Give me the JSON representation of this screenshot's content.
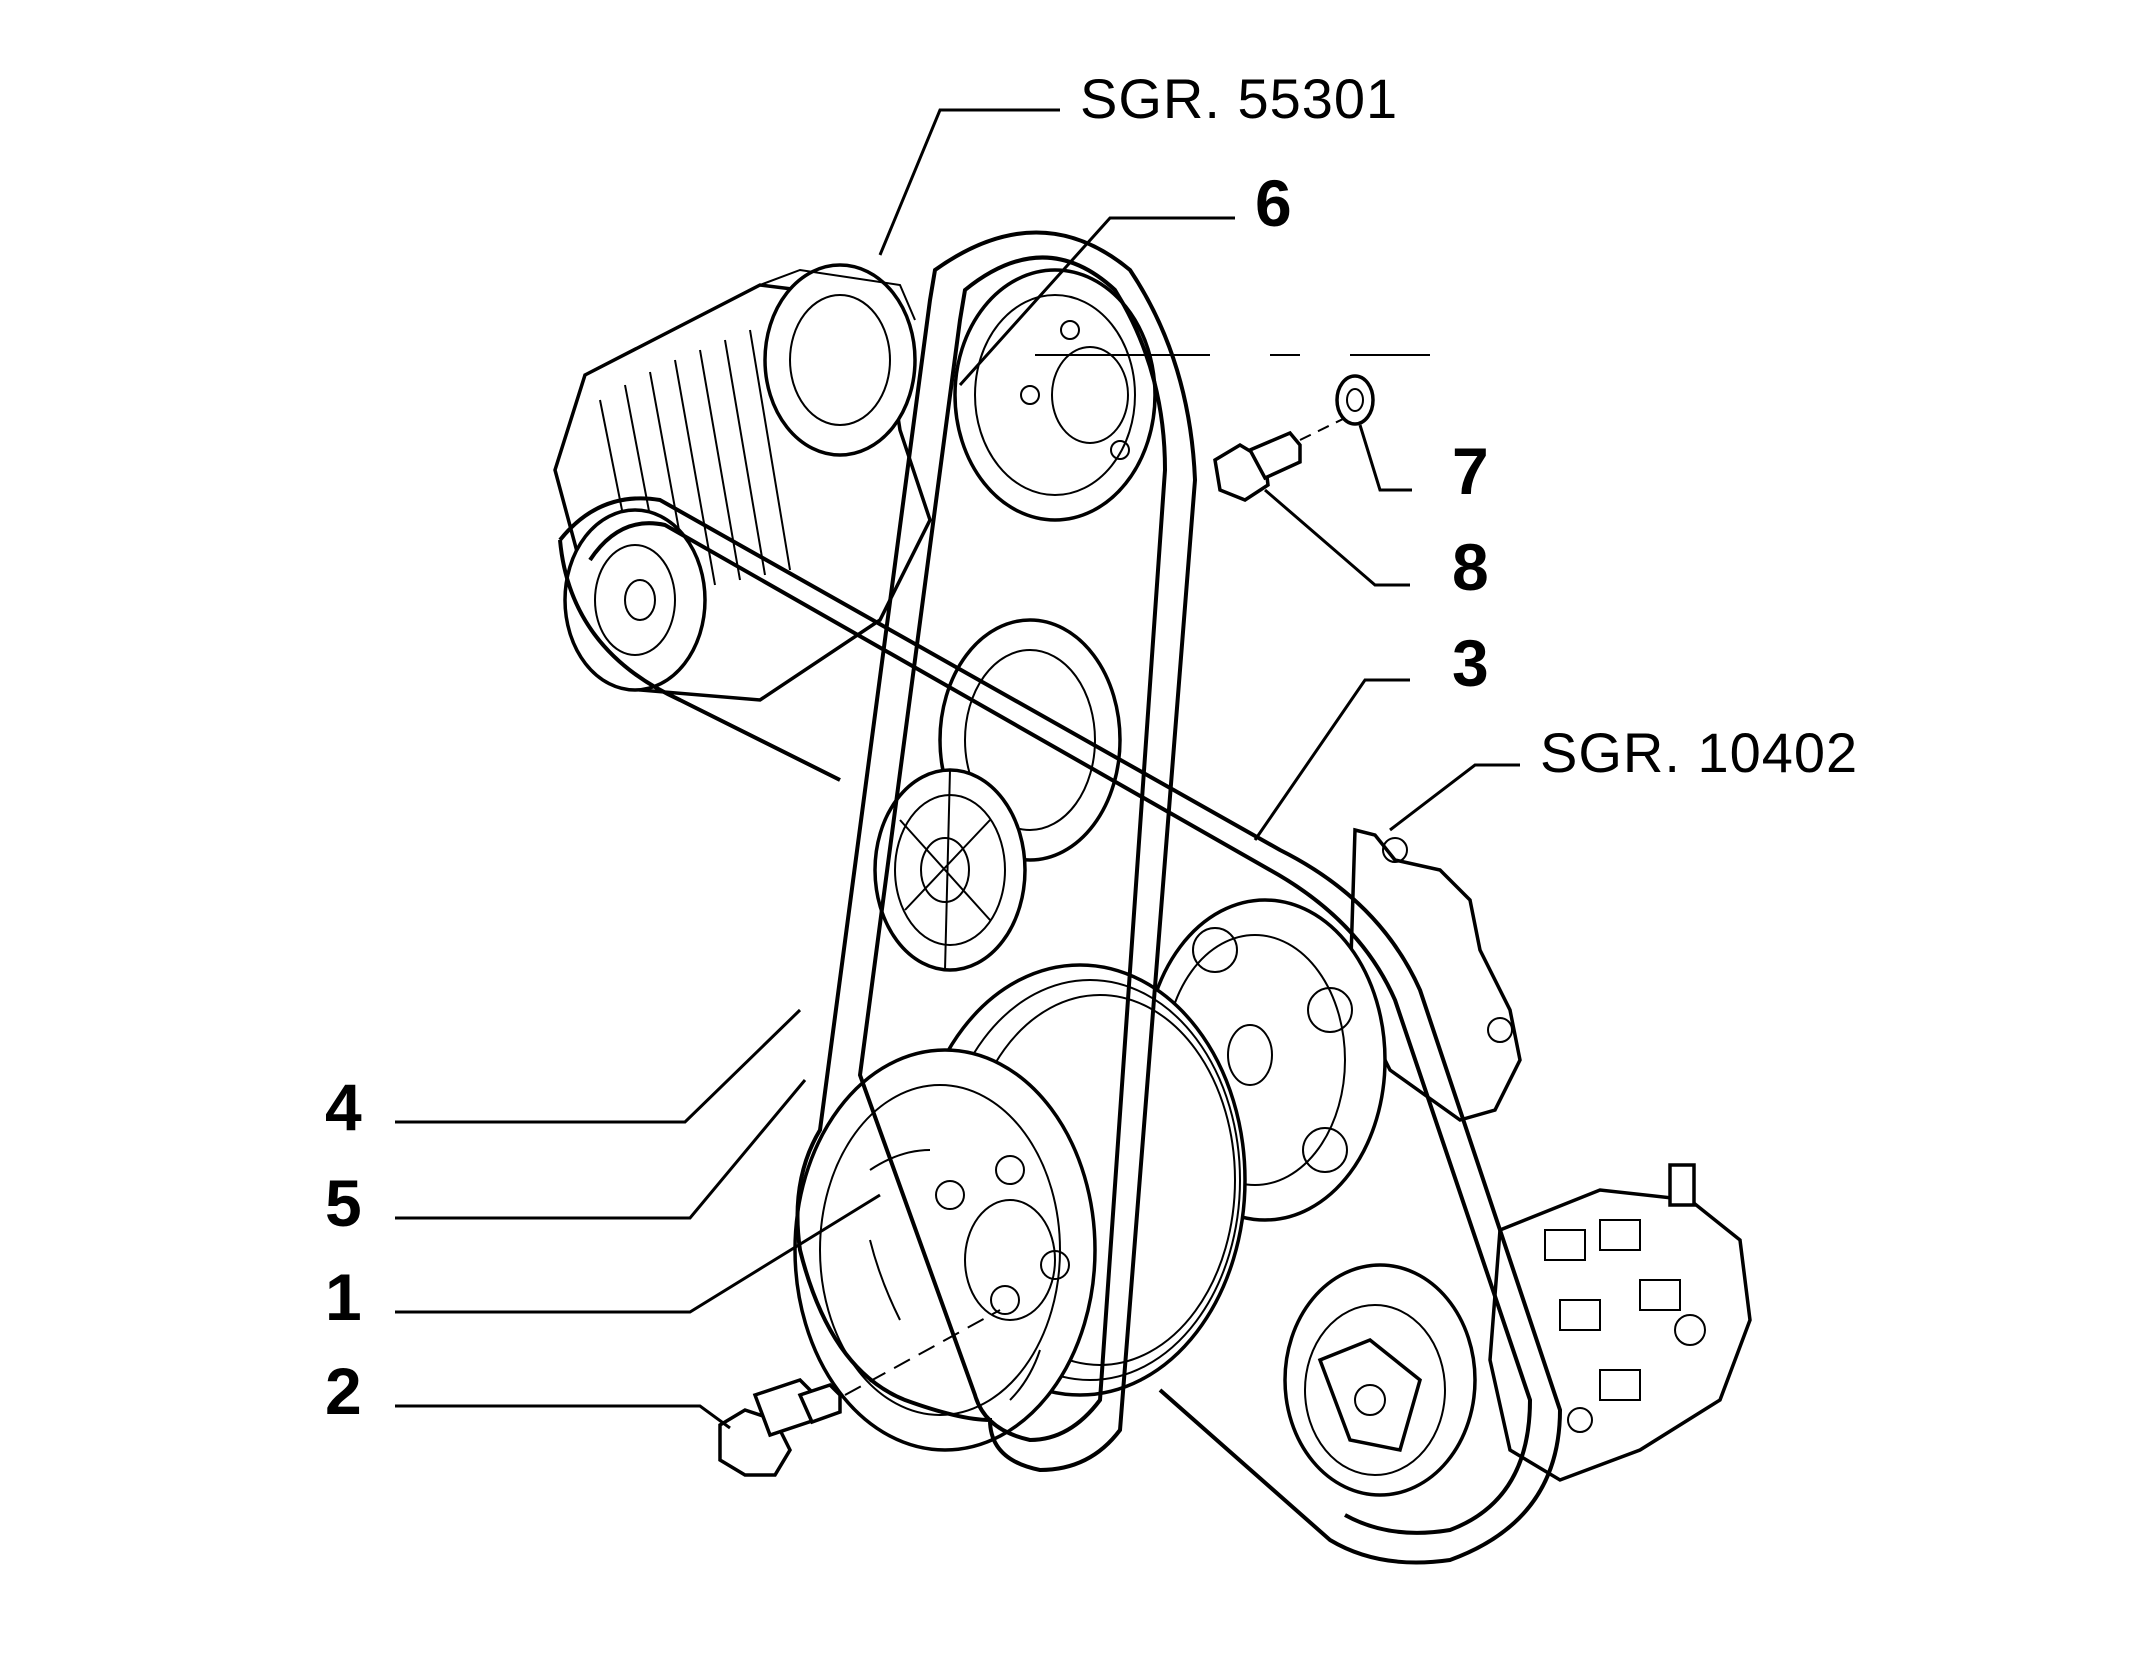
{
  "diagram": {
    "labels": {
      "ref_top": "SGR. 55301",
      "ref_right": "SGR. 10402",
      "n1": "1",
      "n2": "2",
      "n3": "3",
      "n4": "4",
      "n5": "5",
      "n6": "6",
      "n7": "7",
      "n8": "8"
    }
  }
}
